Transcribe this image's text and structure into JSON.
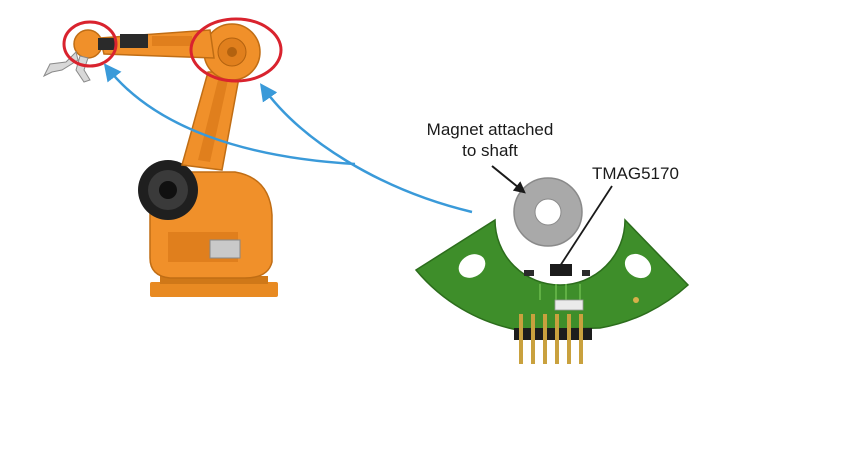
{
  "labels": {
    "magnet": "Magnet attached to shaft",
    "magnet_line1": "Magnet attached",
    "magnet_line2": "to shaft",
    "sensor": "TMAG5170"
  },
  "colors": {
    "robot_orange": "#f0902a",
    "robot_dark": "#1f1f1f",
    "highlight_ring": "#d9232e",
    "arrow_blue": "#3a9ad9",
    "pcb_green": "#3e8e2a",
    "magnet_grey": "#a9a9a9"
  },
  "icons": [
    "industrial-robot-arm",
    "gripper",
    "ring-magnet",
    "sensor-pcb",
    "pin-header"
  ]
}
